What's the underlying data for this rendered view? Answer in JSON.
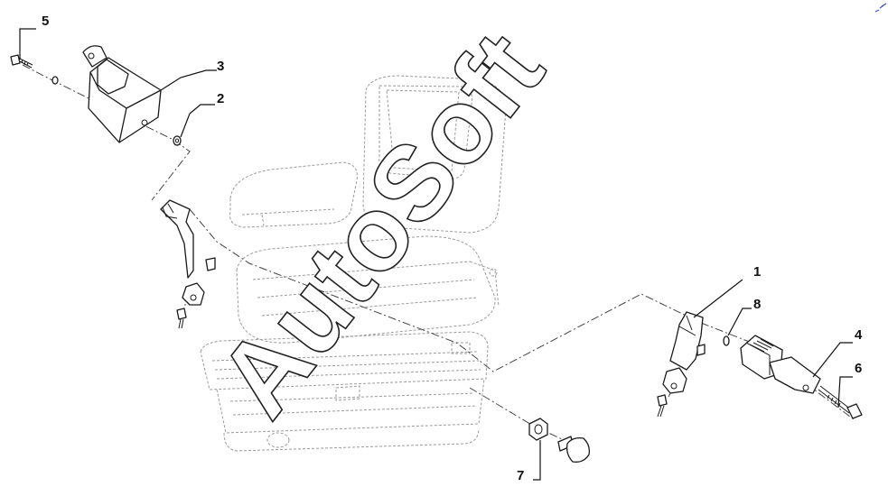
{
  "callouts": [
    "1",
    "2",
    "3",
    "4",
    "5",
    "6",
    "7",
    "8"
  ],
  "watermark": "AutoSoft"
}
